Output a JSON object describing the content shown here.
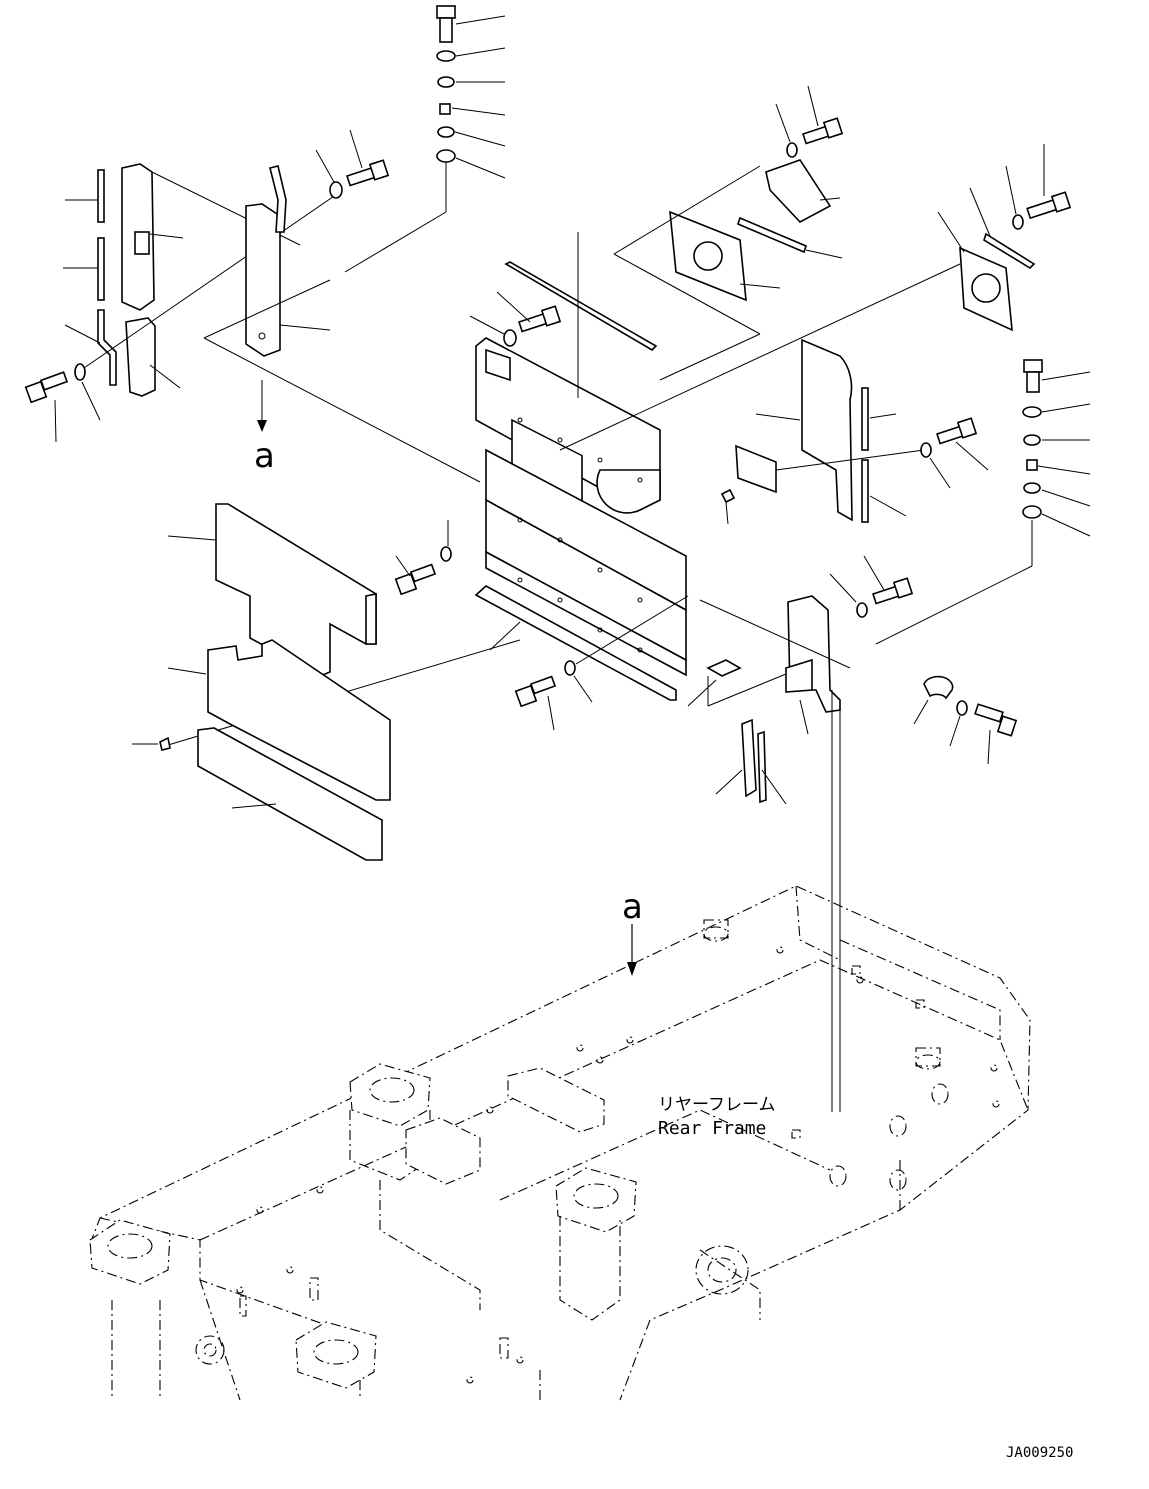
{
  "labels": {
    "view_marker_top": "a",
    "view_marker_bottom": "a",
    "frame_label_jp": "リヤーフレーム",
    "frame_label_en": "Rear Frame",
    "drawing_number": "JA009250"
  }
}
